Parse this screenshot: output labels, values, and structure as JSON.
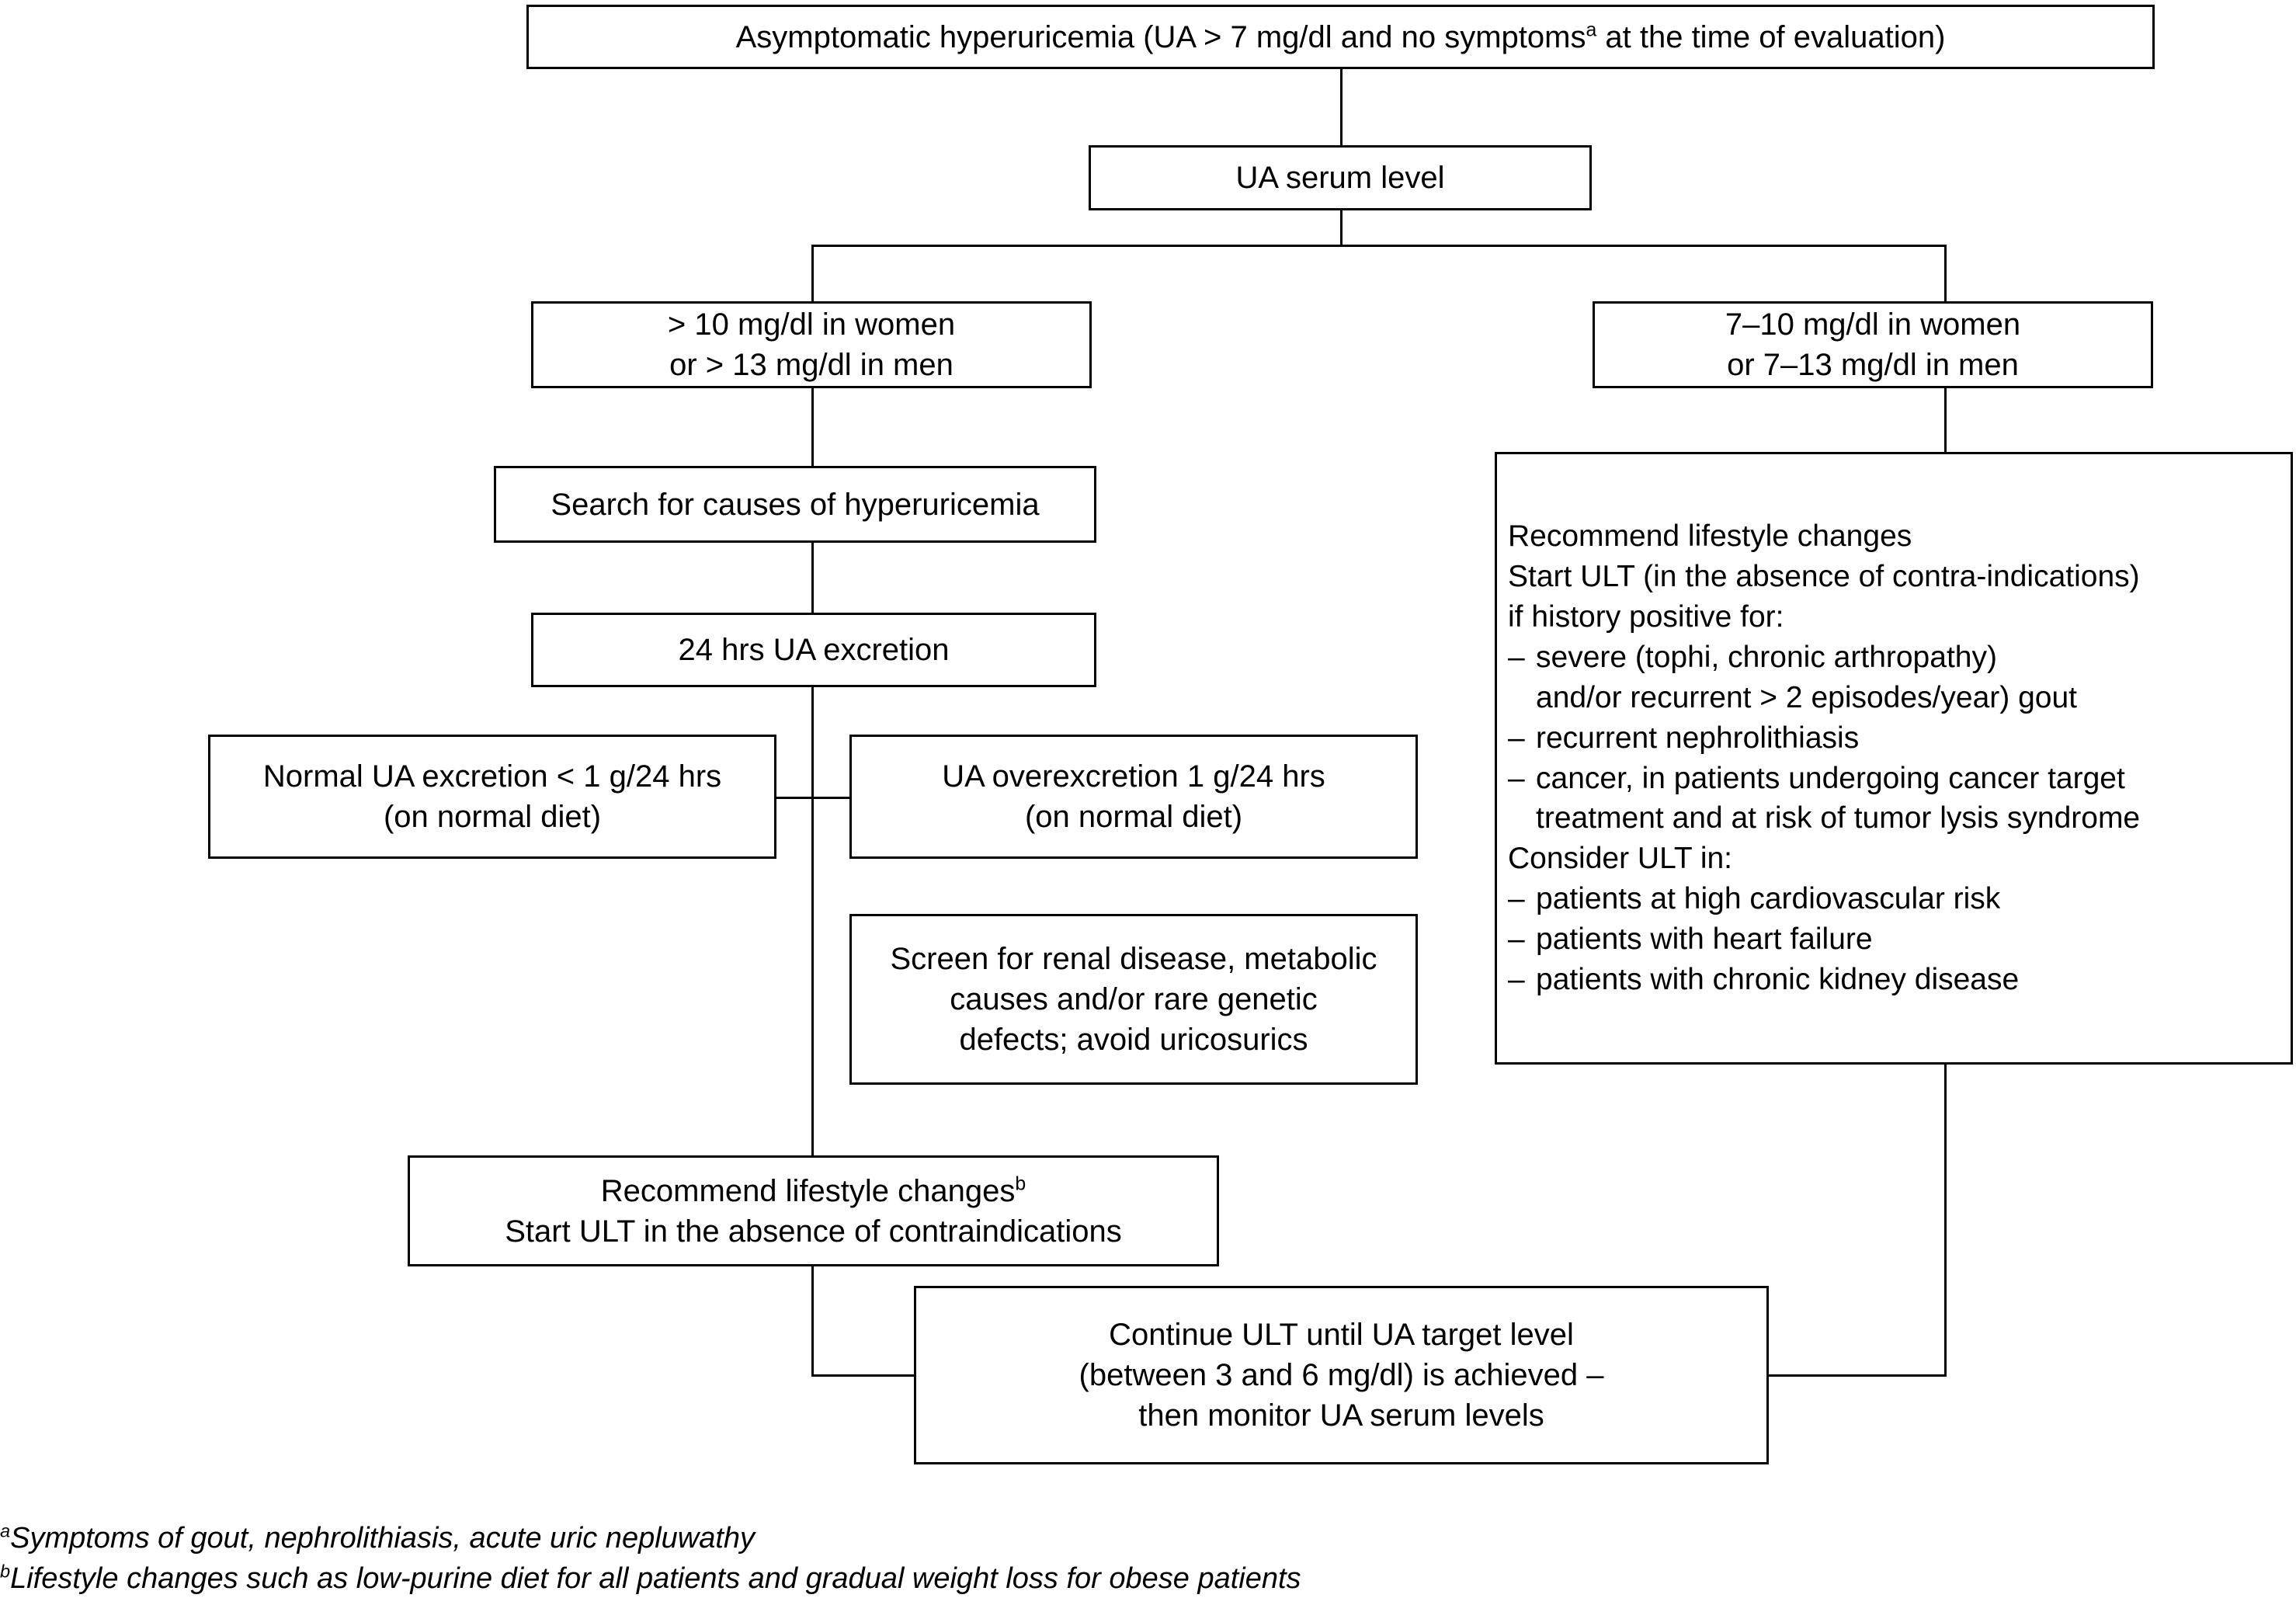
{
  "diagram": {
    "title_flow": "Asymptomatic hyperuricemia clinical decision flowchart",
    "nodes": {
      "root": "Asymptomatic hyperuricemia (UA > 7 mg/dl and no symptomsa at the time of evaluation)",
      "root_pre": "Asymptomatic hyperuricemia (UA > 7 mg/dl and no symptoms",
      "root_sup": "a",
      "root_post": " at the time of evaluation)",
      "ua_serum_level": "UA serum level",
      "high_range_line1": "> 10 mg/dl in women",
      "high_range_line2": "or > 13 mg/dl in men",
      "mid_range_line1": "7–10 mg/dl in women",
      "mid_range_line2": "or 7–13 mg/dl in men",
      "search_causes": "Search for causes of hyperuricemia",
      "excretion_24h": "24 hrs UA excretion",
      "normal_excretion_line1": "Normal UA excretion < 1 g/24 hrs",
      "normal_excretion_line2": "(on normal diet)",
      "overexcretion_line1": "UA overexcretion 1 g/24 hrs",
      "overexcretion_line2": "(on normal diet)",
      "screen_line1": "Screen for renal disease, metabolic",
      "screen_line2": "causes and/or rare genetic",
      "screen_line3": "defects; avoid uricosurics",
      "recommend_left_line1_pre": "Recommend lifestyle changes",
      "recommend_left_line1_sup": "b",
      "recommend_left_line2": "Start ULT in the absence of contraindications",
      "continue_ult_line1": "Continue ULT until UA target level",
      "continue_ult_line2": "(between 3 and 6 mg/dl) is achieved –",
      "continue_ult_line3": "then monitor UA serum levels"
    },
    "right_panel": {
      "line1": "Recommend lifestyle changes",
      "line2": "Start ULT (in the absence of contra-indications)",
      "line3": "if history positive for:",
      "bullets_primary": [
        {
          "dash": "–",
          "text": "severe (tophi, chronic arthropathy)",
          "cont": "and/or recurrent > 2 episodes/year) gout"
        },
        {
          "dash": "–",
          "text": "recurrent nephrolithiasis",
          "cont": ""
        },
        {
          "dash": "–",
          "text": "cancer, in patients undergoing cancer target",
          "cont": "treatment and at risk of tumor lysis syndrome"
        }
      ],
      "consider_heading": "Consider ULT in:",
      "bullets_secondary": [
        {
          "dash": "–",
          "text": "patients at high cardiovascular risk"
        },
        {
          "dash": "–",
          "text": "patients with heart failure"
        },
        {
          "dash": "–",
          "text": "patients with chronic kidney disease"
        }
      ]
    },
    "footnotes": {
      "a_marker": "a",
      "a_text": "Symptoms of gout, nephrolithiasis, acute uric nepluwathy",
      "b_marker": "b",
      "b_text": "Lifestyle changes such as low-purine diet for all patients and gradual weight loss for obese patients"
    },
    "colors": {
      "stroke": "#000000",
      "background": "#ffffff",
      "text": "#000000"
    }
  }
}
